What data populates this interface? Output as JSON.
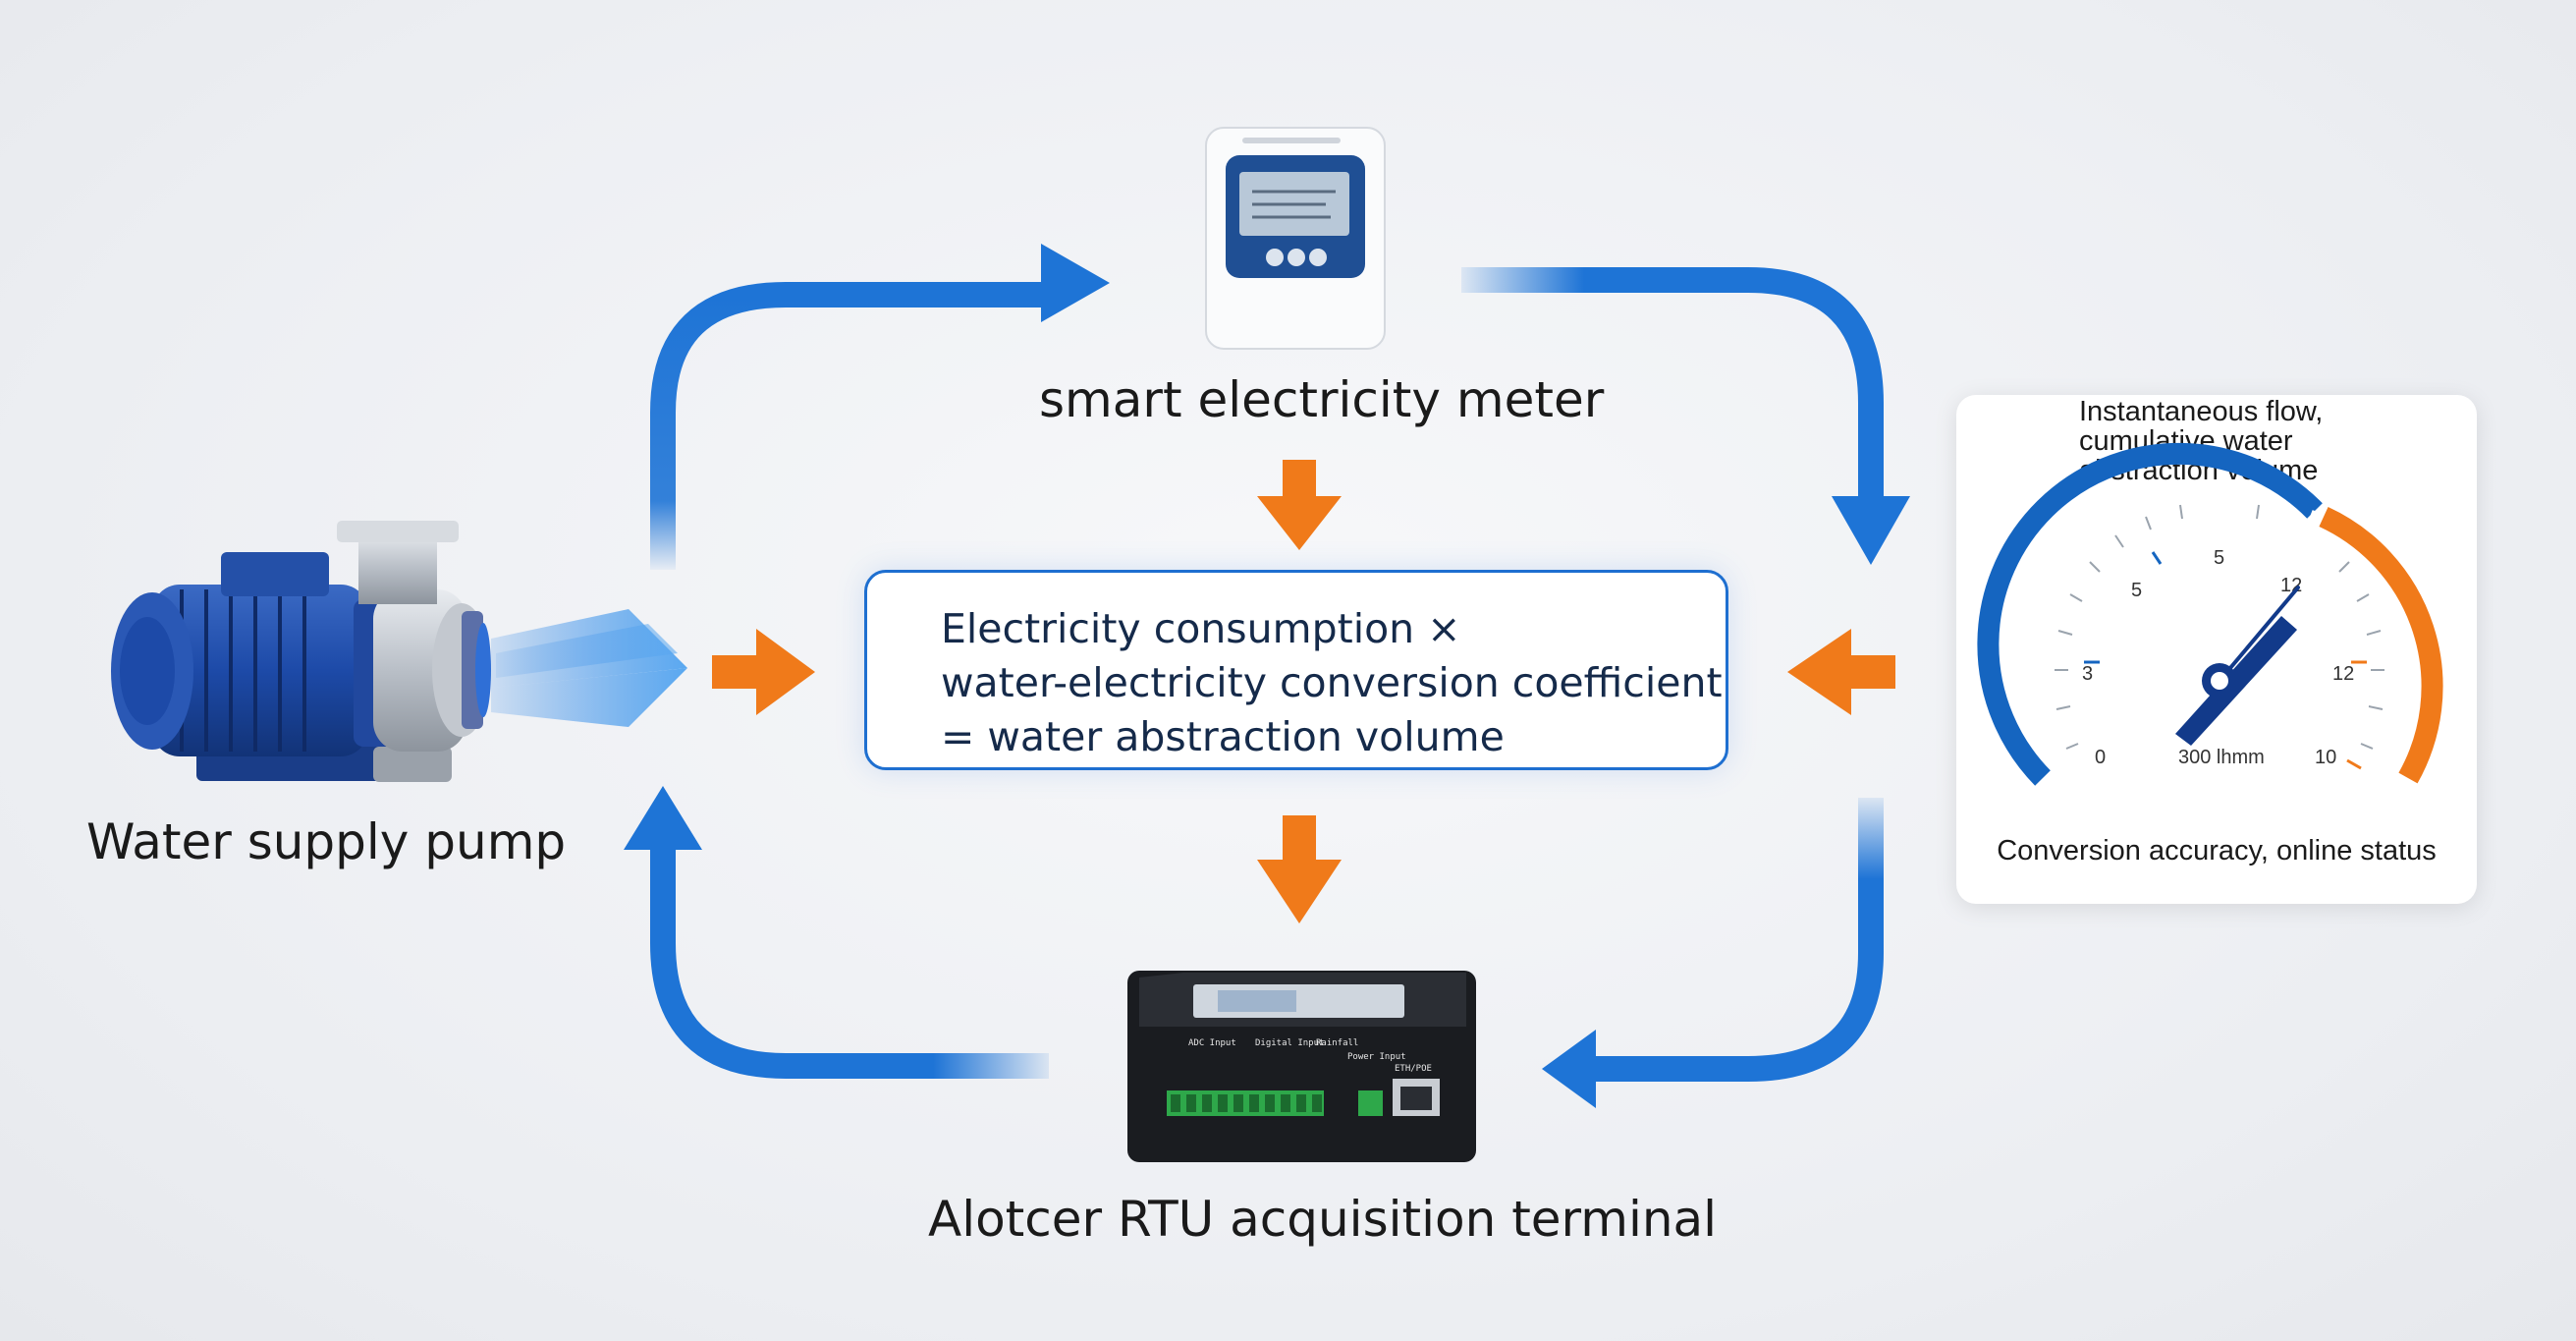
{
  "nodes": {
    "pump": {
      "label": "Water supply pump"
    },
    "meter": {
      "label": "smart electricity meter"
    },
    "rtu": {
      "label": "Alotcer RTU acquisition terminal"
    }
  },
  "formula": {
    "line1": "Electricity consumption ×",
    "line2": "water-electricity conversion coefficient",
    "line3": "= water abstraction volume"
  },
  "gauge_panel": {
    "title_lines": [
      "Instantaneous flow,",
      "cumulative water",
      "abstraction volume"
    ],
    "footer": "Conversion accuracy, online status",
    "tick_labels": [
      "0",
      "3",
      "5",
      "5",
      "12",
      "12",
      "10"
    ],
    "center_readout": "300 lhmm"
  },
  "rtu_panel_labels": {
    "adc": "ADC Input",
    "digital": "Digital Input",
    "rainfall": "Rainfall",
    "power": "Power Input",
    "eth": "ETH/POE"
  },
  "colors": {
    "flow_arrow": "#1e74d6",
    "input_arrow": "#f07a1a",
    "box_border": "#1e6fd0",
    "gauge_blue": "#1565c0",
    "gauge_orange": "#f07a1a"
  }
}
